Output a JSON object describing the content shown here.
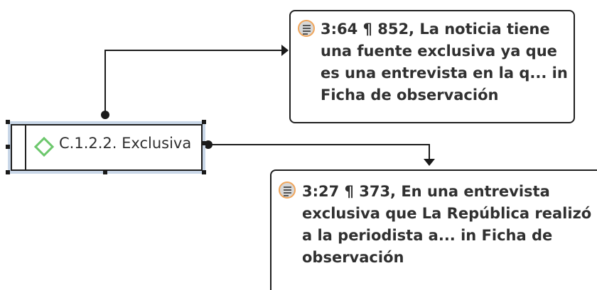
{
  "code": {
    "label": "C.1.2.2. Exclusiva",
    "icon": "code-diamond-icon",
    "icon_color": "#6cc76c",
    "selection_color": "#c9d7e8"
  },
  "quotes": [
    {
      "icon": "quotation-icon",
      "text": "3:64 ¶ 852, La noticia tiene una fuente exclusiva ya que es una entrevista en la q... in Ficha de observación"
    },
    {
      "icon": "quotation-icon",
      "text": "3:27 ¶ 373, En una entrevista exclusiva que La República realizó a la periodista a... in Ficha de observación"
    }
  ],
  "colors": {
    "line": "#1a1a1a",
    "quote_icon_ring": "#f0a55a"
  }
}
